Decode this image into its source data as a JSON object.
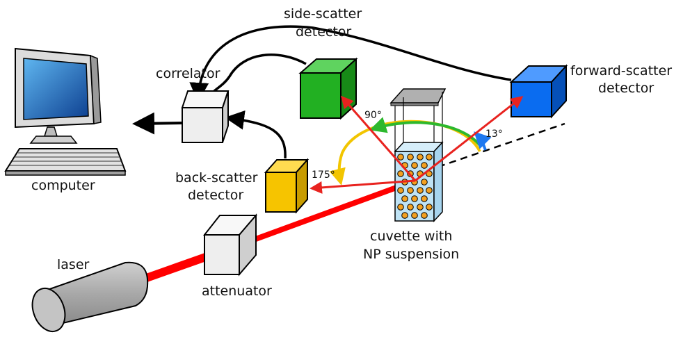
{
  "labels": {
    "side_scatter_line1": "side-scatter",
    "side_scatter_line2": "detector",
    "forward_scatter_line1": "forward-scatter",
    "forward_scatter_line2": "detector",
    "back_scatter_line1": "back-scatter",
    "back_scatter_line2": "detector",
    "correlator": "correlator",
    "computer": "computer",
    "cuvette_line1": "cuvette with",
    "cuvette_line2": "NP suspension",
    "laser": "laser",
    "attenuator": "attenuator"
  },
  "angles": {
    "side": "90°",
    "forward": "13°",
    "back": "175°"
  },
  "colors": {
    "laser_beam": "#ff0000",
    "scatter_ray": "#e8231f",
    "forward_detector": "#0a6cf0",
    "side_detector": "#22b022",
    "back_detector": "#f6c400",
    "arc_green": "#2db82d",
    "arc_yellow": "#f2c500",
    "arc_blue": "#1e78f0",
    "cuvette_fill": "#bfe3f5",
    "particle": "#f3a020",
    "monitor_screen": "#1f6fc8",
    "neutral_box": "#eeeeee",
    "laser_body": "#b4b4b4"
  }
}
